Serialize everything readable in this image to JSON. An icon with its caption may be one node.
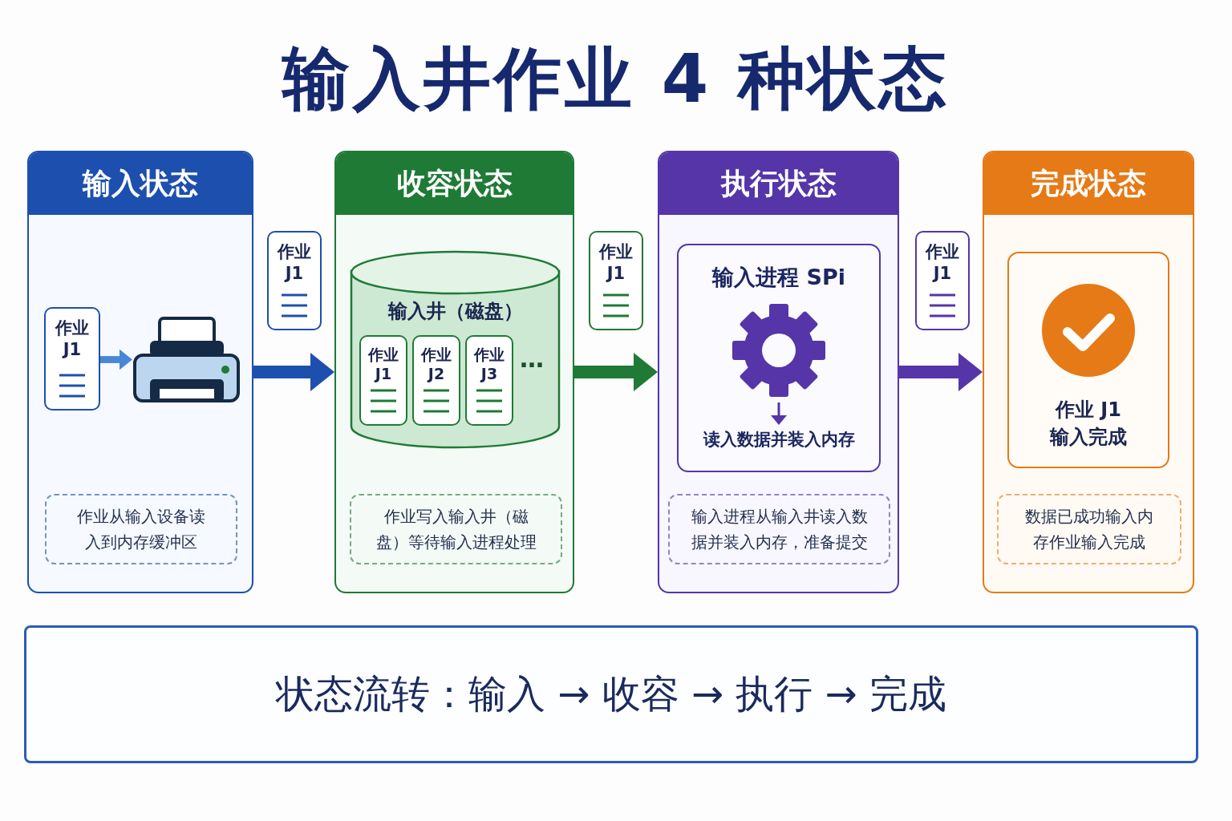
{
  "diagram": {
    "title": "输入井作业 4 种状态",
    "nodes": [
      {
        "text": [
          "输入状态"
        ]
      },
      {
        "text": [
          "作业 J1"
        ],
        "in": 0
      },
      {
        "text": [],
        "shape": "picture",
        "in": 0
      },
      {
        "text": [
          "作业从输入设备读入到内存缓冲区"
        ],
        "in": 0
      },
      {
        "text": [
          "作业 J1"
        ]
      },
      {
        "text": [
          "收容状态"
        ]
      },
      {
        "text": [
          "输入井（磁盘）"
        ],
        "in": 5
      },
      {
        "text": [
          "作业 J1"
        ],
        "in": 6
      },
      {
        "text": [
          "作业 J2"
        ],
        "in": 6
      },
      {
        "text": [
          "作业 J3"
        ],
        "in": 6
      },
      {
        "text": [
          "作业写入输入井（磁盘）等待输入进程处理"
        ],
        "in": 5
      },
      {
        "text": [
          "作业 J1"
        ]
      },
      {
        "text": [
          "执行状态"
        ]
      },
      {
        "text": [
          "输入进程 SPi",
          "读入数据并装入内存"
        ],
        "in": 12
      },
      {
        "text": [
          "输入进程从输入井读入数据并装入内存，准备提交"
        ],
        "in": 12
      },
      {
        "text": [
          "作业 J1"
        ]
      },
      {
        "text": [
          "完成状态"
        ]
      },
      {
        "text": [
          "作业 J1输入完成"
        ],
        "in": 16
      },
      {
        "text": [
          "数据已成功输入内存作业输入完成"
        ],
        "in": 16
      },
      {
        "text": [
          "状态流转：输入 → 收容 → 执行 → 完成"
        ]
      }
    ],
    "edges": [
      {
        "from": 1,
        "to": 2,
        "arrow": "to",
        "color": "#4a86d6"
      },
      {
        "from": 0,
        "to": 5,
        "arrow": "to",
        "color": "#1d4fae"
      },
      {
        "from": 5,
        "to": 12,
        "arrow": "to",
        "color": "#1f7a35"
      },
      {
        "from": 12,
        "to": 16,
        "arrow": "to",
        "color": "#5535a8"
      }
    ],
    "labels": [
      "…"
    ]
  }
}
